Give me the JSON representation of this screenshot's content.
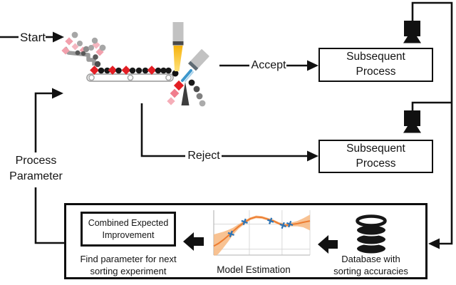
{
  "labels": {
    "start": "Start",
    "accept": "Accept",
    "reject": "Reject",
    "process_parameter": "Process\nParameter",
    "subsequent_process_accept": "Subsequent\nProcess",
    "subsequent_process_reject": "Subsequent\nProcess",
    "combined_expected_improvement": "Combined Expected\nImprovement",
    "find_parameter": "Find parameter for next\nsorting experiment",
    "model_estimation": "Model Estimation",
    "database": "Database with\nsorting accuracies"
  },
  "colors": {
    "flow_line": "#111111",
    "accept_particle": "#1a1a1a",
    "reject_particle": "#e31e24",
    "beam_yellow": "#ffc61a",
    "jet_blue": "#3c97cc",
    "model_curve": "#ed7d31",
    "confidence_band": "#f7b77f",
    "observation_marker": "#2e75b6"
  },
  "chart_data": {
    "type": "line",
    "title": "Model Estimation",
    "x_range": [
      0,
      1
    ],
    "y_range": [
      0,
      1
    ],
    "axis_tick_labels": "none",
    "legend": "off",
    "grid": {
      "x": [
        0.37,
        0.71,
        1.0
      ],
      "y": [
        0.13,
        0.69
      ]
    },
    "series": [
      {
        "name": "model-mean",
        "color": "#ed7d31",
        "x": [
          0.0,
          0.05,
          0.1,
          0.15,
          0.2,
          0.26,
          0.32,
          0.38,
          0.44,
          0.5,
          0.56,
          0.62,
          0.68,
          0.74,
          0.8,
          0.87,
          0.93,
          1.0
        ],
        "y": [
          0.2,
          0.26,
          0.34,
          0.43,
          0.53,
          0.64,
          0.73,
          0.81,
          0.85,
          0.84,
          0.8,
          0.76,
          0.7,
          0.66,
          0.68,
          0.7,
          0.73,
          0.76
        ]
      }
    ],
    "confidence_band": {
      "color": "#f7b77f",
      "upper": [
        0.46,
        0.49,
        0.52,
        0.56,
        0.61,
        0.69,
        0.77,
        0.84,
        0.88,
        0.87,
        0.83,
        0.79,
        0.73,
        0.7,
        0.72,
        0.76,
        0.82,
        0.9
      ],
      "lower": [
        -0.05,
        0.03,
        0.16,
        0.3,
        0.45,
        0.59,
        0.69,
        0.78,
        0.82,
        0.81,
        0.77,
        0.73,
        0.67,
        0.62,
        0.64,
        0.64,
        0.62,
        0.55
      ]
    },
    "observations": {
      "marker": "x",
      "color": "#2e75b6",
      "x": [
        0.18,
        0.32,
        0.59,
        0.72,
        0.79
      ],
      "y": [
        0.47,
        0.74,
        0.76,
        0.66,
        0.69
      ]
    }
  }
}
